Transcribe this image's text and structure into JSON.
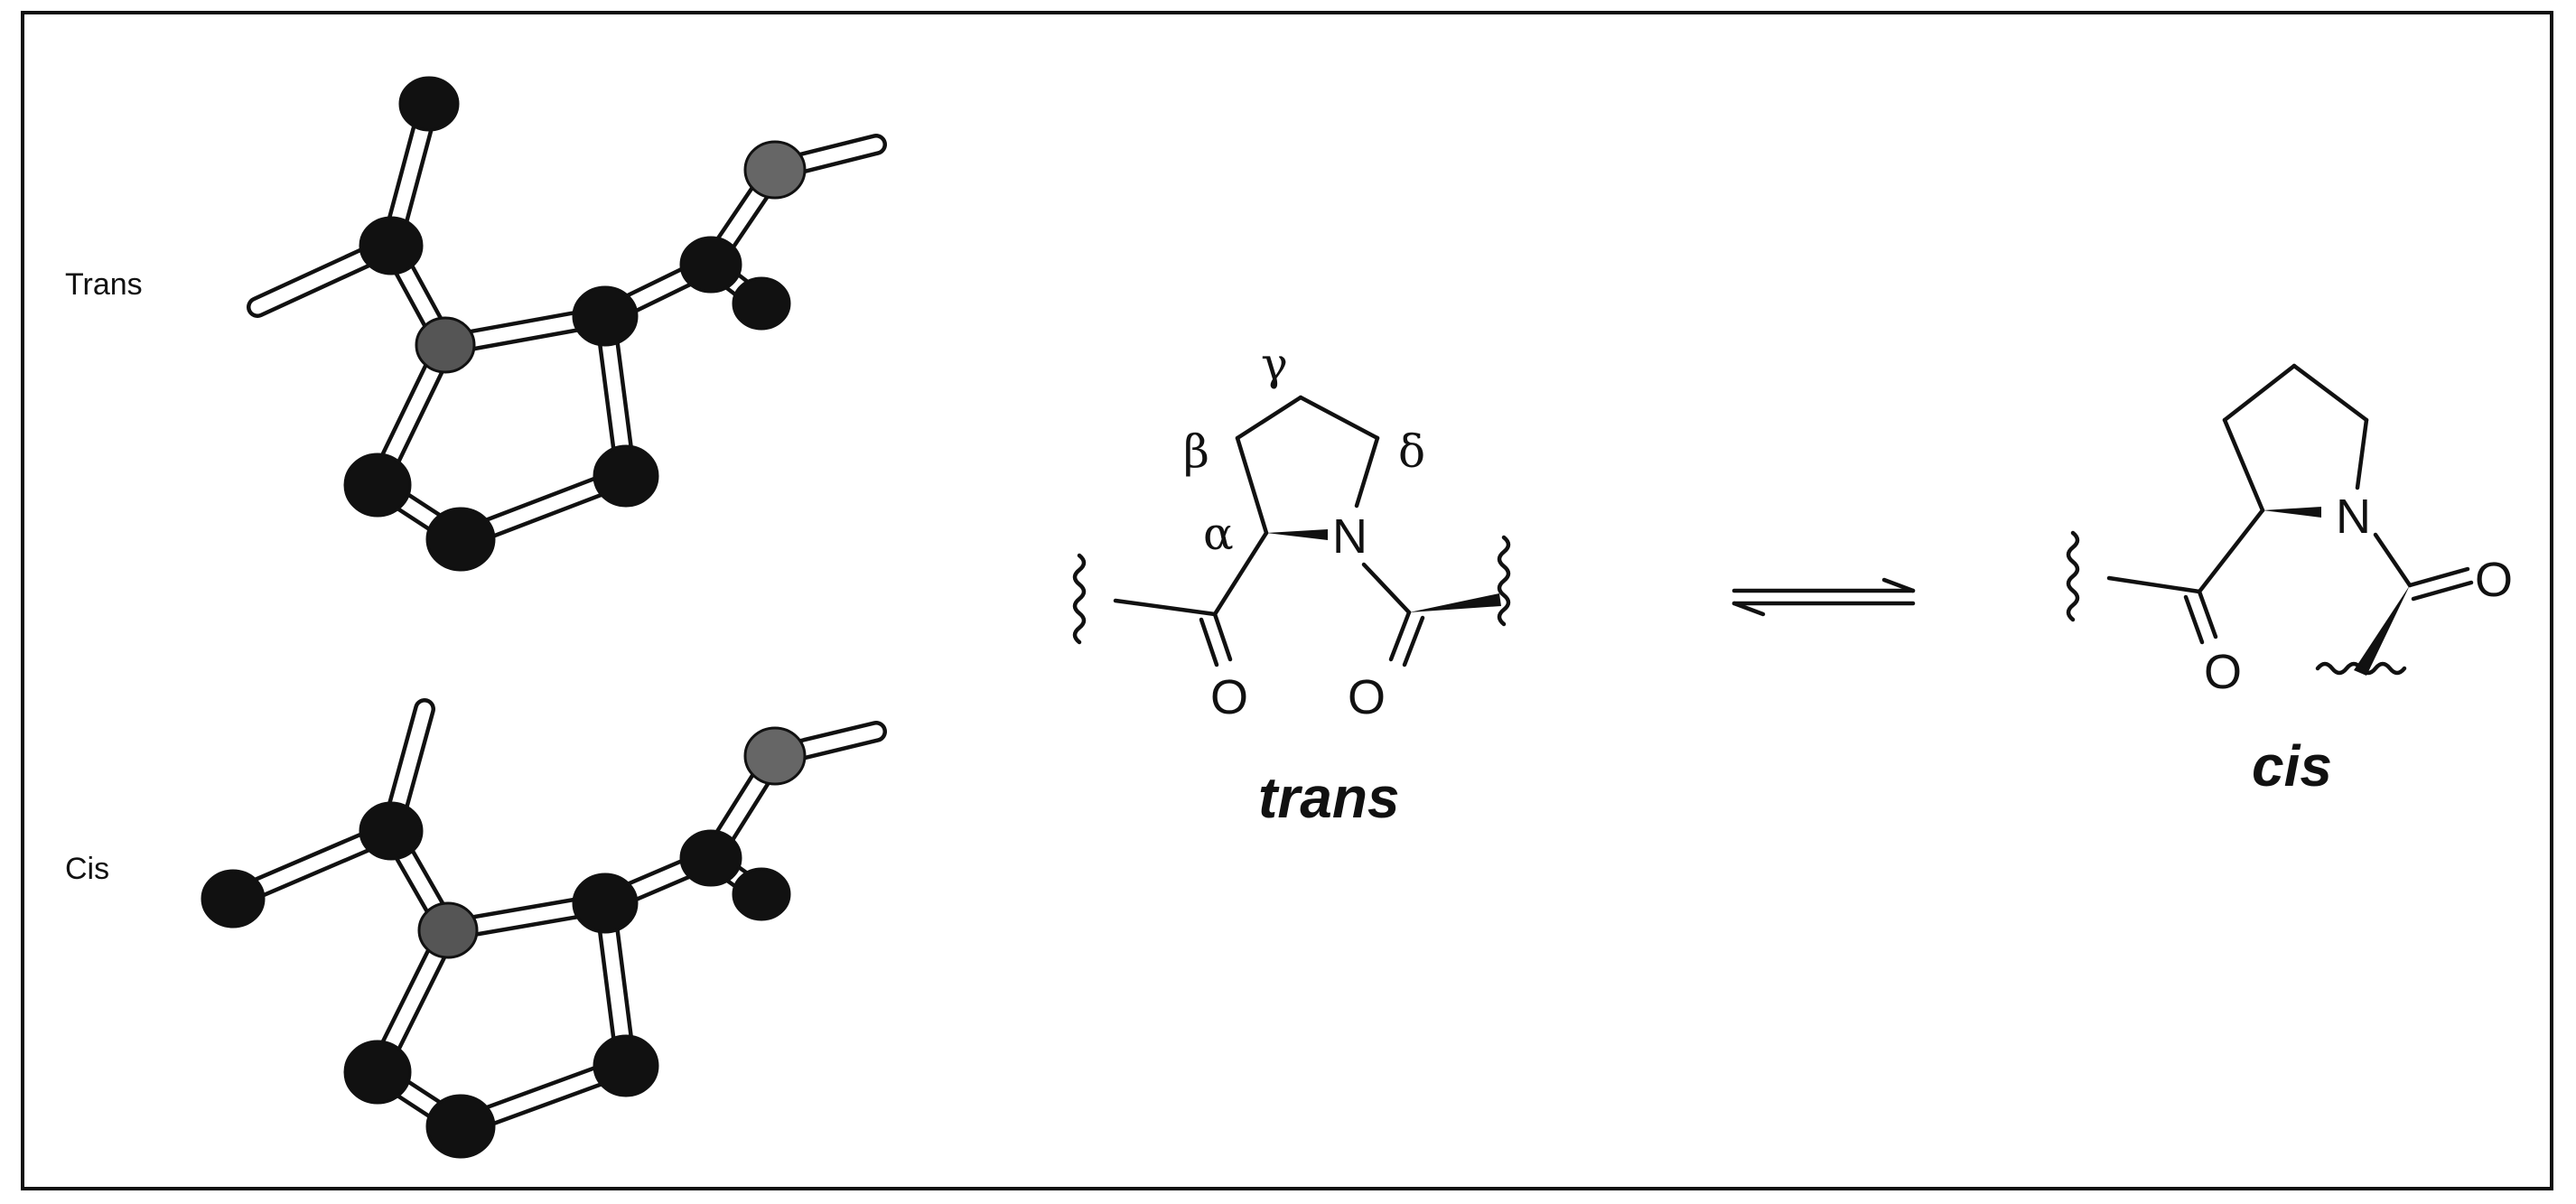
{
  "models": {
    "top_label": "Trans",
    "bottom_label": "Cis"
  },
  "trans_structure": {
    "gamma": "γ",
    "beta": "β",
    "delta": "δ",
    "alpha": "α",
    "nitrogen": "N",
    "oxygen_left": "O",
    "oxygen_right": "O",
    "caption": "trans"
  },
  "equilibrium": {
    "symbol": "equilibrium-arrows"
  },
  "cis_structure": {
    "nitrogen": "N",
    "oxygen_left": "O",
    "oxygen_right": "O",
    "caption": "cis"
  },
  "colors": {
    "frame": "#111111",
    "atom_dark": "#111111",
    "atom_nitrogen": "#555555",
    "atom_oxygen": "#666666",
    "background": "#ffffff"
  }
}
